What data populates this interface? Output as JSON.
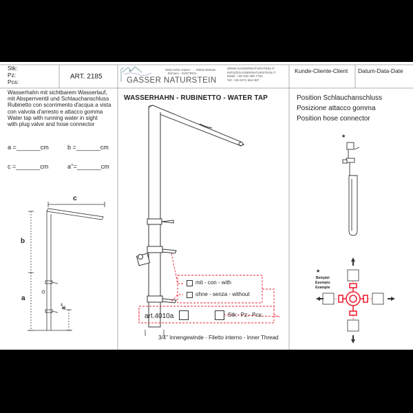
{
  "header": {
    "stk_label": "Stk:",
    "pz_label": "Pz:",
    "pcs_label": "Pcs:",
    "article": "ART. 2185",
    "company_address": [
      "GMZ Kofen Kaiser - ... 39040 Barbian",
      "Bolzano - SÜDTIROL"
    ],
    "company_contact": [
      "WWW.GASSERNATURSTEIN.IT",
      "INFO@GASSERNATURSTEIN.IT",
      "Mobil: +39 348 396 7762",
      "Tel: +39 0471 654 087"
    ],
    "brand": "GASSER NATURSTEIN",
    "client_label": "Kunde-Cliente-Client",
    "date_label": "Datum-Data-Date"
  },
  "title": "WASSERHAHN - RUBINETTO - WATER TAP",
  "description": [
    "Wasserhahn mit sichtbarem Wasserlauf,",
    "mit Absperrventil und Schlauchanschluss",
    "Rubinetto con scorrimento d'acqua a vista",
    "con valvola d'arresto e attacco gomma",
    "Water tap with running water in sight",
    "with plug valve and hose connector"
  ],
  "dimensions": {
    "a": "a =_______cm",
    "b": "b =_______cm",
    "c": "c =_______cm",
    "a2": "a''=_______cm"
  },
  "drawing_labels": {
    "c": "c",
    "b": "b",
    "a": "a",
    "a2": "a''"
  },
  "position": {
    "lines": [
      "Position Schlauchanschluss",
      "Posizione attacco gomma",
      "Position hose connector"
    ],
    "star": "*",
    "example_lines": [
      "Beispiel",
      "Esempio",
      "Example"
    ]
  },
  "options": {
    "with": "mit - con - with",
    "without": "ohne - senza - without",
    "article": "art.4010a",
    "qty_label": "Stk:- Pz:- Pcs:"
  },
  "thread_note": "3/4\" Innengewinde - Filetto interno - Inner Thread"
}
